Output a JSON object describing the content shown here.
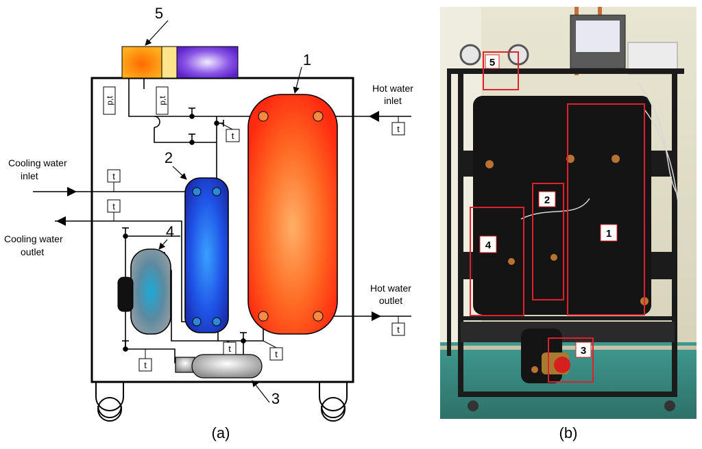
{
  "panel_a": {
    "caption": "(a)",
    "components": {
      "c1": "1",
      "c2": "2",
      "c3": "3",
      "c4": "4",
      "c5": "5"
    },
    "labels": {
      "hot_inlet_l1": "Hot water",
      "hot_inlet_l2": "inlet",
      "hot_outlet_l1": "Hot water",
      "hot_outlet_l2": "outlet",
      "cool_inlet_l1": "Cooling water",
      "cool_inlet_l2": "inlet",
      "cool_outlet_l1": "Cooling water",
      "cool_outlet_l2": "outlet"
    },
    "sensors": {
      "t": "t",
      "pt": "p,t"
    },
    "colors": {
      "hot_exchanger": "#ff3a14",
      "cold_exchanger": "#1f43d8",
      "accumulator": "#1aa9d8",
      "pump": "#bdbdbd",
      "ctrl_orange": "#ff8a00",
      "ctrl_yellow": "#ffe07a",
      "ctrl_purple": "#6a2bd1"
    }
  },
  "panel_b": {
    "caption": "(b)",
    "markers": [
      "1",
      "2",
      "3",
      "4",
      "5"
    ],
    "colors": {
      "wall": "#e3e0c9",
      "floor": "#3d8f86",
      "frame": "#1b1b1b",
      "highlight": "#e0202a"
    }
  }
}
